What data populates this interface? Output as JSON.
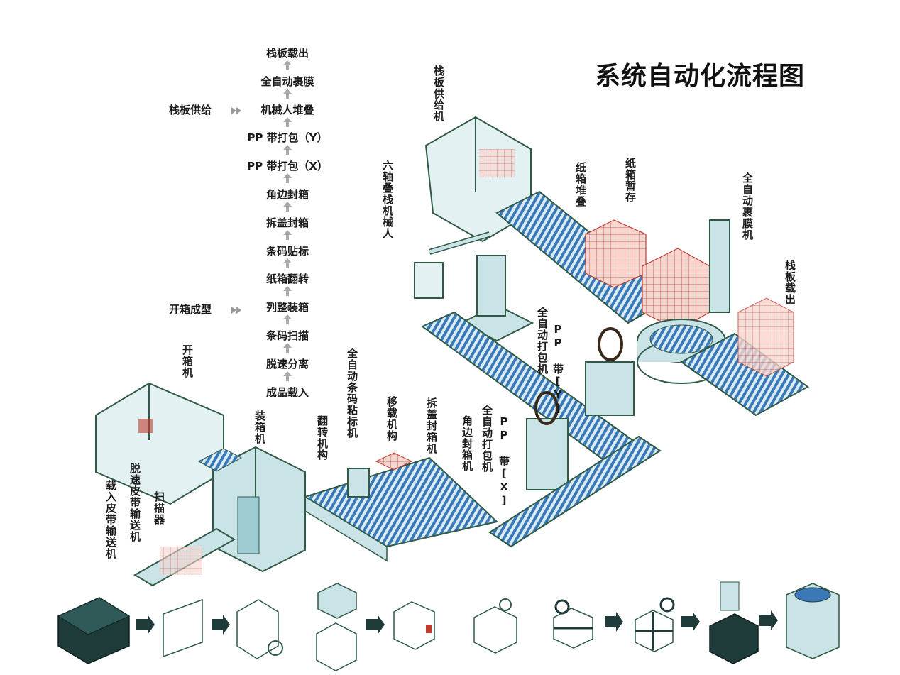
{
  "title": "系统自动化流程图",
  "flow_steps": [
    "栈板载出",
    "全自动裹膜",
    "机械人堆叠",
    "PP 带打包（Y）",
    "PP 带打包（X）",
    "角边封箱",
    "拆盖封箱",
    "条码贴标",
    "纸箱翻转",
    "列整装箱",
    "条码扫描",
    "脱速分离",
    "成品载入"
  ],
  "side_inputs": {
    "pallet_supply": "栈板供给",
    "box_forming": "开箱成型"
  },
  "machine_labels": {
    "pallet_supplier": "栈板供给机",
    "six_axis_robot": "六轴叠栈机械人",
    "carton_stack": "纸箱堆叠",
    "carton_buffer": "纸箱暂存",
    "auto_wrapper": "全自动裹膜机",
    "pallet_out": "栈板载出",
    "strapper_y": "全自动打包机",
    "strapper_y_tag": "PP 带[Y]",
    "box_opener": "开箱机",
    "packer": "装箱机",
    "flipper": "翻转机构",
    "auto_labeler": "全自动条码粘标机",
    "transfer": "移载机构",
    "top_sealer": "拆盖封箱机",
    "corner_sealer": "角边封箱机",
    "strapper_x": "全自动打包机",
    "strapper_x_tag": "PP 带[X]",
    "infeed_belt": "载入皮带输送机",
    "decel_belt": "脱速皮带输送机",
    "scanner": "扫描器"
  },
  "colors": {
    "frame": "#2e5a46",
    "panel": "#c9e3e6",
    "roller": "#2f6fb0",
    "box": "#c23a2e",
    "dark_box": "#1e3b3a"
  }
}
